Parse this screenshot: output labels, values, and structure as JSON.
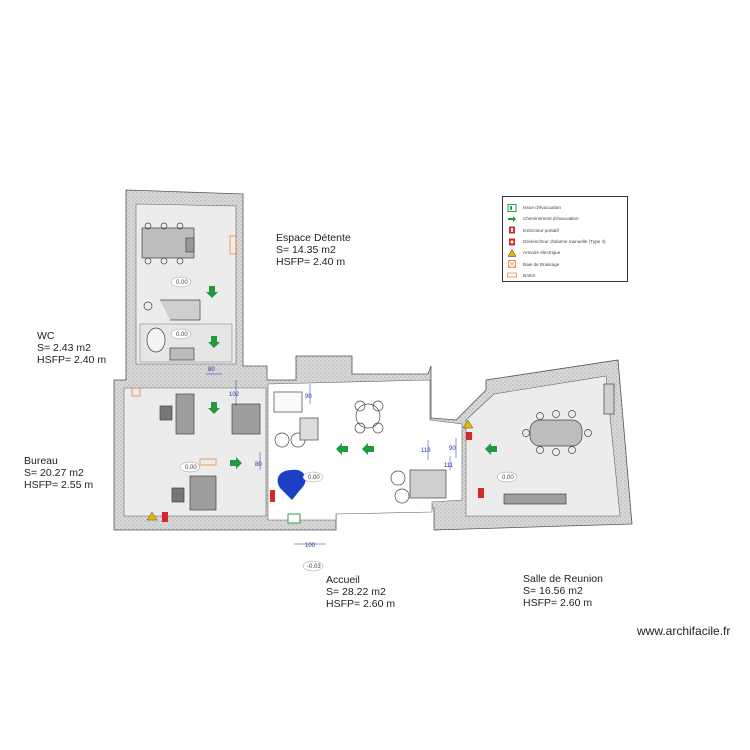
{
  "rooms": {
    "espace_detente": {
      "name": "Espace Détente",
      "surface": "S= 14.35 m2",
      "height": "HSFP= 2.40 m"
    },
    "wc": {
      "name": "WC",
      "surface": "S= 2.43 m2",
      "height": "HSFP= 2.40 m"
    },
    "bureau": {
      "name": "Bureau",
      "surface": "S= 20.27 m2",
      "height": "HSFP= 2.55 m"
    },
    "accueil": {
      "name": "Accueil",
      "surface": "S= 28.22 m2",
      "height": "HSFP= 2.60 m"
    },
    "salle_reunion": {
      "name": "Salle de Reunion",
      "surface": "S= 16.56 m2",
      "height": "HSFP= 2.60 m"
    }
  },
  "elevations": {
    "detente": "0.00",
    "wc": "0.00",
    "bureau": "0.00",
    "accueil": "0.00",
    "reunion": "0.00",
    "exterior": "-0.03"
  },
  "dimensions": {
    "d1": "80",
    "d2": "102",
    "d3": "90",
    "d4": "80",
    "d5": "118",
    "d6": "90",
    "d7": "111",
    "d8": "100"
  },
  "legend": {
    "items": [
      {
        "icon": "emergency-exit-icon",
        "label": "Issue d'évacuation",
        "color": "#2e9e4a"
      },
      {
        "icon": "evacuation-arrow-icon",
        "label": "Cheminement d'évacuation",
        "color": "#1f9a3c"
      },
      {
        "icon": "fire-extinguisher-icon",
        "label": "Extincteur portatif",
        "color": "#d62828"
      },
      {
        "icon": "fire-alarm-icon",
        "label": "Déclencheur d'alarme manuelle (Type 4)",
        "color": "#d62828"
      },
      {
        "icon": "electrical-cabinet-icon",
        "label": "Armoire électrique",
        "color": "#e6b800"
      },
      {
        "icon": "emergency-light-icon",
        "label": "Baie de Brassage",
        "color": "#e08a3c"
      },
      {
        "icon": "baes-icon",
        "label": "BAES",
        "color": "#e08a3c"
      }
    ]
  },
  "watermark": "www.archifacile.fr"
}
